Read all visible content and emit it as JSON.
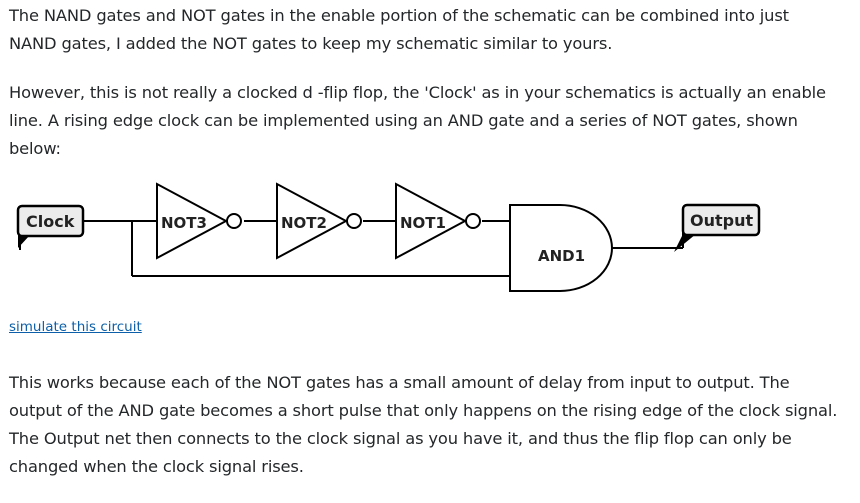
{
  "paragraphs": [
    "The NAND gates and NOT gates in the enable portion of the schematic can be combined into just NAND gates, I added the NOT gates to keep my schematic similar to yours.",
    "However, this is not really a clocked d -flip flop, the 'Clock' as in your schematics is actually an enable line. A rising edge clock can be implemented using an AND gate and a series of NOT gates, shown below:",
    "This works because each of the NOT gates has a small amount of delay from input to output. The output of the AND gate becomes a short pulse that only happens on the rising edge of the clock signal. The Output net then connects to the clock signal as you have it, and thus the flip flop can only be changed when the clock signal rises."
  ],
  "schematic": {
    "input_label": "Clock",
    "output_label": "Output",
    "gates": [
      {
        "label": "NOT3"
      },
      {
        "label": "NOT2"
      },
      {
        "label": "NOT1"
      }
    ],
    "and_gate_label": "AND1",
    "colors": {
      "wire": "#000000",
      "fill": "#ffffff",
      "port_fill": "#ececec"
    }
  },
  "simulate_link": "simulate this circuit"
}
